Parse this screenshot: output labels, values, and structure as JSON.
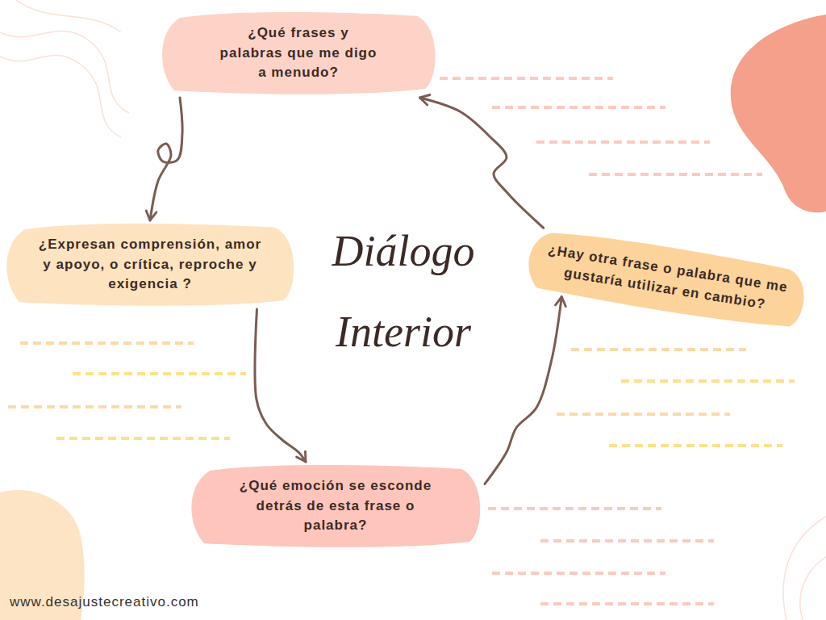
{
  "diagram": {
    "title": "Diálogo Interior",
    "nodes": [
      {
        "text": [
          "¿Qué frases y palabras que me digo a menudo?"
        ]
      },
      {
        "text": [
          "¿Expresan comprensión, amor y apoyo, o crítica, reproche y exigencia ?"
        ]
      },
      {
        "text": [
          "¿Qué emoción se esconde detrás de esta frase o palabra?"
        ]
      },
      {
        "text": [
          "¿Hay otra frase o palabra que me gustaría utilizar en cambio?"
        ]
      }
    ],
    "edges": [
      {
        "from": 0,
        "to": 1,
        "arrow": "to"
      },
      {
        "from": 1,
        "to": 2,
        "arrow": "to"
      },
      {
        "from": 2,
        "to": 3,
        "arrow": "to"
      },
      {
        "from": 3,
        "to": 0,
        "arrow": "to"
      }
    ],
    "labels": [
      "www.desajustecreativo.com"
    ]
  }
}
